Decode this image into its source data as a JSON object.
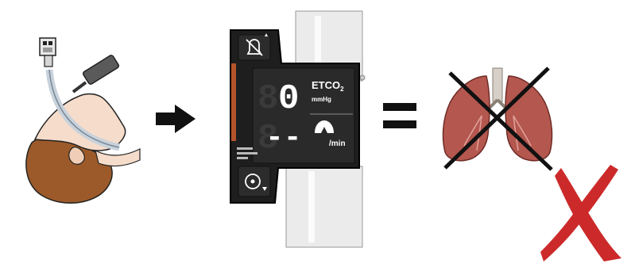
{
  "diagram": {
    "steps": [
      {
        "id": "intubation",
        "icon": "intubated-patient-icon"
      },
      {
        "id": "arrow",
        "icon": "right-arrow-icon"
      },
      {
        "id": "monitor",
        "icon": "capnometer-icon"
      },
      {
        "id": "equals",
        "icon": "equals-icon"
      },
      {
        "id": "lungs",
        "icon": "crossed-out-lungs-icon"
      },
      {
        "id": "mark",
        "icon": "red-x-icon"
      }
    ]
  },
  "monitor": {
    "etco2_value": "0",
    "etco2_label": "ETCO",
    "etco2_subscript": "2",
    "etco2_unit": "mmHg",
    "rate_value": "--",
    "rate_unit": "/min",
    "colors": {
      "body": "#1e1e1e",
      "panel": "#2a2a2a",
      "accent": "#b5542b",
      "digit": "#ffffff",
      "digit_ghost": "#3a3a3a",
      "tube": "#ebebeb"
    }
  },
  "colors": {
    "lung": "#b4574f",
    "lung_dark": "#8c3a34",
    "cross": "#111111",
    "red_x": "#cc2a2a",
    "skin": "#f6dccb",
    "hair": "#9c5a2a",
    "arrow": "#111111"
  }
}
